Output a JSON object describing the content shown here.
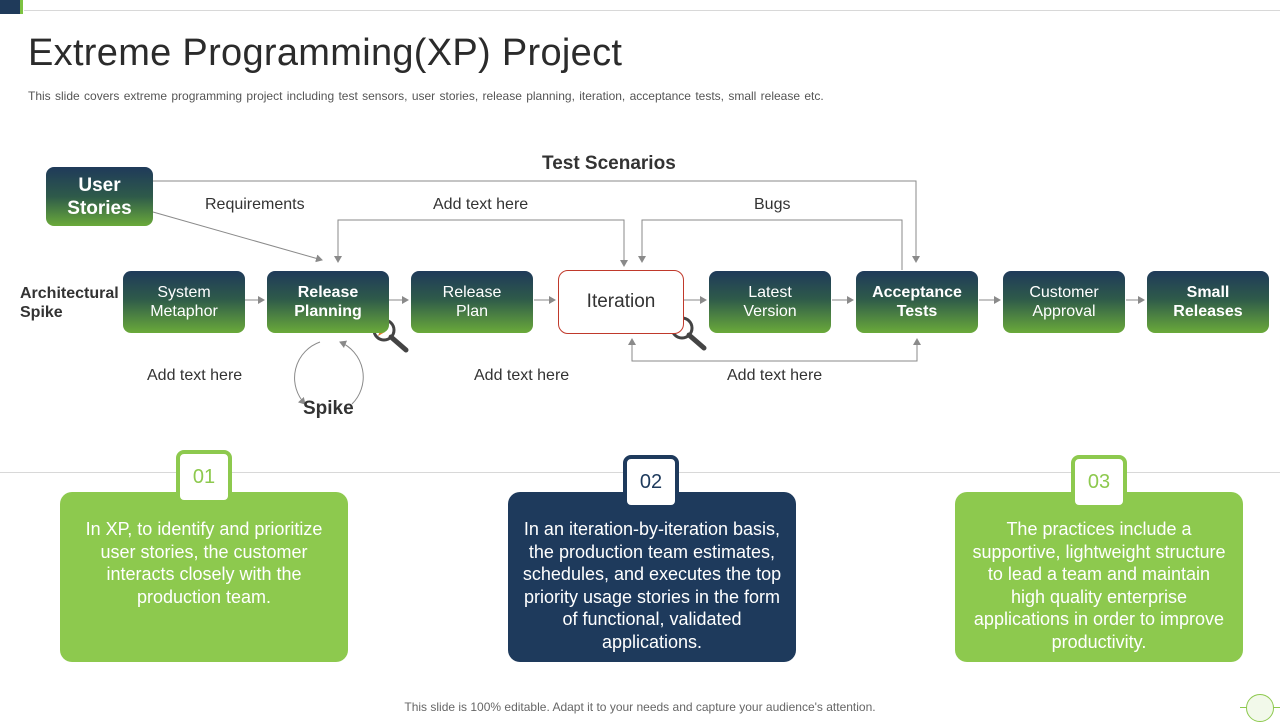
{
  "title": "Extreme Programming(XP) Project",
  "subtitle": "This slide covers extreme programming project including test sensors, user stories, release planning, iteration, acceptance tests, small release etc.",
  "diagram": {
    "user_stories": "User\nStories",
    "architectural_spike": "Architectural\nSpike",
    "test_scenarios": "Test Scenarios",
    "requirements": "Requirements",
    "add_text_top": "Add text here",
    "bugs": "Bugs",
    "boxes": [
      {
        "label": "System\nMetaphor",
        "bold": false
      },
      {
        "label": "Release\nPlanning",
        "bold": true
      },
      {
        "label": "Release\nPlan",
        "bold": false
      },
      {
        "label": "Iteration",
        "bold": false
      },
      {
        "label": "Latest\nVersion",
        "bold": false
      },
      {
        "label": "Acceptance\nTests",
        "bold": true
      },
      {
        "label": "Customer\nApproval",
        "bold": false
      },
      {
        "label": "Small\nReleases",
        "bold": true
      }
    ],
    "add_text_bottom_left": "Add text here",
    "add_text_bottom_mid": "Add text here",
    "add_text_bottom_right": "Add text here",
    "spike": "Spike",
    "icons": [
      "magnifier-icon",
      "magnifier-icon",
      "refresh-arrows-icon",
      "arrow-icon"
    ]
  },
  "cards": [
    {
      "number": "01",
      "text": "In XP, to identify and prioritize user stories, the customer interacts closely with the production team."
    },
    {
      "number": "02",
      "text": "In an iteration-by-iteration basis, the production team estimates, schedules, and executes the top priority usage stories in the form of functional, validated applications."
    },
    {
      "number": "03",
      "text": "The practices include a supportive, lightweight structure to lead a team and maintain high quality enterprise applications in order to improve productivity."
    }
  ],
  "footer": "This slide is 100% editable. Adapt it to your needs and capture your audience's attention.",
  "colors": {
    "navy": "#1e3a5c",
    "green": "#8dc94e",
    "iteration_border": "#c0392b"
  }
}
